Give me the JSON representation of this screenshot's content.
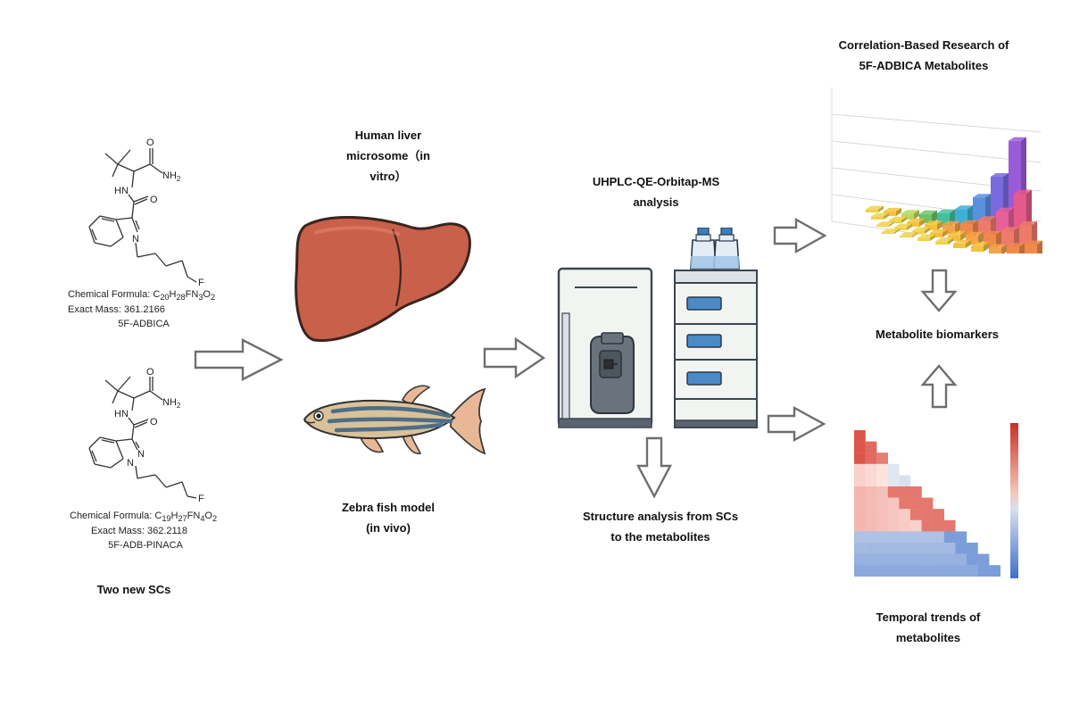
{
  "compounds": [
    {
      "name": "5F-ADBICA",
      "formula_prefix": "Chemical Formula: ",
      "formula": {
        "c": "C",
        "c_sub": "20",
        "h": "H",
        "h_sub": "28",
        "fn": "FN",
        "fn_sub": "3",
        "o": "O",
        "o_sub": "2"
      },
      "exact_mass": "Exact Mass: 361.2166",
      "atoms": {
        "n": "N",
        "hn": "HN",
        "o1": "O",
        "o2": "O",
        "nh2": "NH",
        "nh2_sub": "2",
        "f": "F"
      }
    },
    {
      "name": "5F-ADB-PINACA",
      "formula_prefix": "Chemical Formula: ",
      "formula": {
        "c": "C",
        "c_sub": "19",
        "h": "H",
        "h_sub": "27",
        "fn": "FN",
        "fn_sub": "4",
        "o": "O",
        "o_sub": "2"
      },
      "exact_mass": "Exact Mass: 362.2118",
      "atoms": {
        "n1": "N",
        "n2": "N",
        "hn": "HN",
        "o1": "O",
        "o2": "O",
        "nh2": "NH",
        "nh2_sub": "2",
        "f": "F"
      }
    }
  ],
  "labels": {
    "two_new_scs": "Two new SCs",
    "liver_line1": "Human liver",
    "liver_line2": "microsome（in",
    "liver_line3": "vitro）",
    "fish_line1": "Zebra fish model",
    "fish_line2": "(in vivo)",
    "ms_line1": "UHPLC-QE-Orbitap-MS",
    "ms_line2": "analysis",
    "structure_line1": "Structure analysis from SCs",
    "structure_line2": "to the metabolites",
    "correlation_line1": "Correlation-Based Research of",
    "correlation_line2": "5F-ADBICA Metabolites",
    "biomarkers": "Metabolite biomarkers",
    "temporal_line1": "Temporal trends of",
    "temporal_line2": "metabolites"
  },
  "colors": {
    "arrow_outline": "#6e6e6e",
    "liver": "#c9604a",
    "liver_outline": "#3a2420",
    "fish_body": "#d9c29a",
    "fish_stripe": "#4e6d86",
    "instrument_panel": "#f2f4f2",
    "instrument_blue": "#4a8ac7",
    "heatmap_high": "#d63a2e",
    "heatmap_low": "#4f7fd0"
  }
}
